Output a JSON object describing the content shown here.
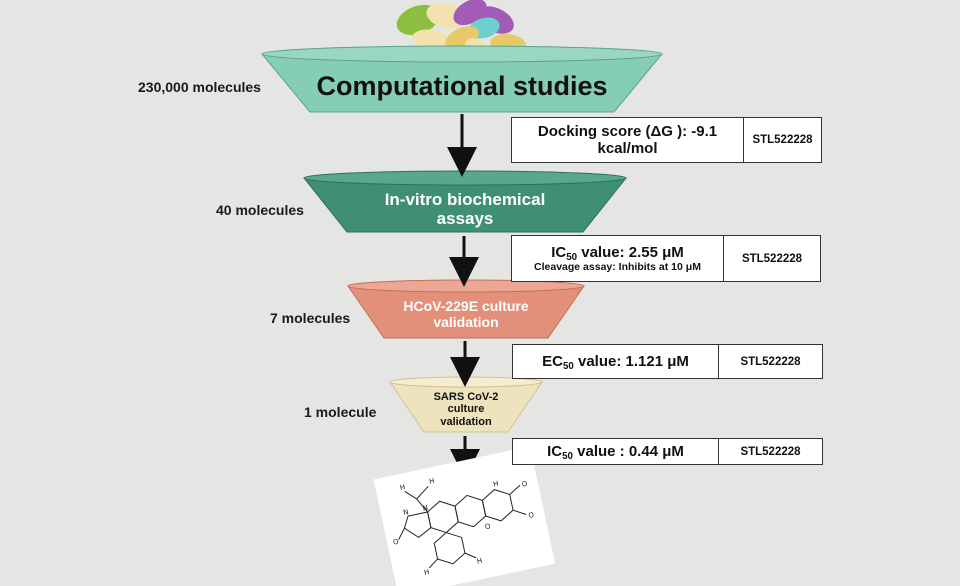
{
  "stages": [
    {
      "count": "230,000 molecules",
      "title": "Computational studies",
      "fill": "#86cdb6"
    },
    {
      "count": "40 molecules",
      "title_lines": [
        "In-vitro biochemical",
        "assays"
      ],
      "fill": "#3f8f77"
    },
    {
      "count": "7 molecules",
      "title_lines": [
        "HCoV-229E culture",
        "validation"
      ],
      "fill": "#e2907a"
    },
    {
      "count": "1 molecule",
      "title_lines": [
        "SARS CoV-2",
        "culture",
        "validation"
      ],
      "fill": "#ede3bd"
    }
  ],
  "results": [
    {
      "line1": "Docking score (ΔG ): -9.1",
      "line2": "kcal/mol",
      "compound": "STL522228"
    },
    {
      "prefix": "IC",
      "sub": "50",
      "suffix": " value: 2.55 μM",
      "note": "Cleavage assay: Inhibits at 10 μM",
      "compound": "STL522228"
    },
    {
      "prefix": "EC",
      "sub": "50",
      "suffix": " value: 1.121 μM",
      "compound": "STL522228"
    },
    {
      "prefix": "IC",
      "sub": "50",
      "suffix": " value : 0.44 μM",
      "compound": "STL522228"
    }
  ],
  "structure_atoms": {
    "oxygen": "O",
    "nitrogen": "N",
    "hydrogen": "H"
  },
  "colors": {
    "background": "#e5e5e3",
    "arrow": "#111111"
  }
}
